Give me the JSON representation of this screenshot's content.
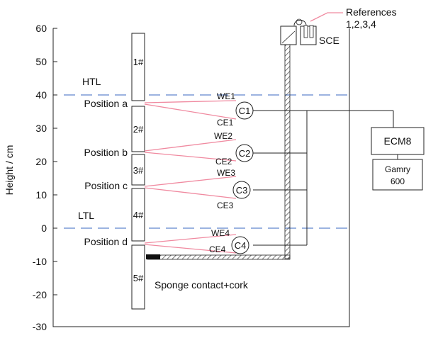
{
  "y_axis": {
    "label": "Height / cm",
    "ticks": [
      "60",
      "50",
      "40",
      "30",
      "20",
      "10",
      "0",
      "-10",
      "-20",
      "-30"
    ]
  },
  "levels": {
    "htl": "HTL",
    "ltl": "LTL"
  },
  "segments": [
    "1#",
    "2#",
    "3#",
    "4#",
    "5#"
  ],
  "positions": [
    "Position a",
    "Position b",
    "Position c",
    "Position d"
  ],
  "electrodes": {
    "we": [
      "WE1",
      "WE2",
      "WE3",
      "WE4"
    ],
    "ce": [
      "CE1",
      "CE2",
      "CE3",
      "CE4"
    ],
    "cells": [
      "C1",
      "C2",
      "C3",
      "C4"
    ]
  },
  "sce": "SCE",
  "references": {
    "line1": "References",
    "line2": "1,2,3,4"
  },
  "ecm": "ECM8",
  "gamry": {
    "line1": "Gamry",
    "line2": "600"
  },
  "sponge": "Sponge contact+cork",
  "colors": {
    "level_line": "#7b9ad6",
    "electrode_wire": "#f08aa0",
    "outline": "#222222"
  }
}
